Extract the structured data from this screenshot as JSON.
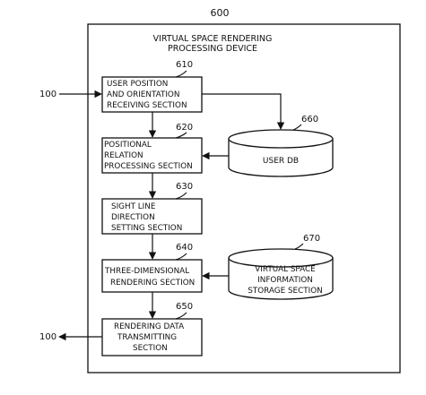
{
  "device": {
    "number": "600",
    "title_lines": [
      "VIRTUAL SPACE RENDERING",
      "PROCESSING DEVICE"
    ]
  },
  "external": {
    "input_ref": "100",
    "output_ref": "100"
  },
  "blocks": [
    {
      "number": "610",
      "lines": [
        "USER POSITION",
        "AND ORIENTATION",
        "RECEIVING SECTION"
      ]
    },
    {
      "number": "620",
      "lines": [
        "POSITIONAL",
        "RELATION",
        "PROCESSING SECTION"
      ]
    },
    {
      "number": "630",
      "lines": [
        "SIGHT LINE",
        "DIRECTION",
        "SETTING SECTION"
      ]
    },
    {
      "number": "640",
      "lines": [
        "THREE-DIMENSIONAL",
        "RENDERING SECTION"
      ]
    },
    {
      "number": "650",
      "lines": [
        "RENDERING DATA",
        "TRANSMITTING",
        "SECTION"
      ]
    }
  ],
  "databases": [
    {
      "number": "660",
      "lines": [
        "USER DB"
      ]
    },
    {
      "number": "670",
      "lines": [
        "VIRTUAL SPACE",
        "INFORMATION",
        "STORAGE SECTION"
      ]
    }
  ]
}
